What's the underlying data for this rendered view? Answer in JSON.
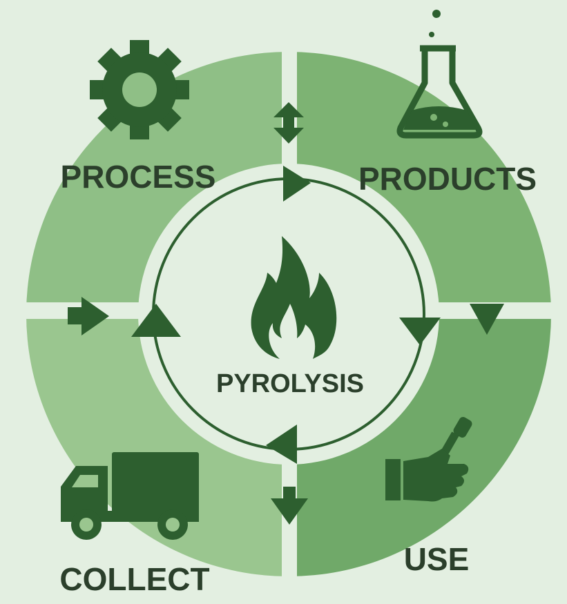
{
  "center": {
    "label": "PYROLYSIS",
    "icon": "flame-icon"
  },
  "stages": [
    {
      "label": "PROCESS",
      "icon": "gear-icon"
    },
    {
      "label": "PRODUCTS",
      "icon": "flask-icon"
    },
    {
      "label": "USE",
      "icon": "hand-key-icon"
    },
    {
      "label": "COLLECT",
      "icon": "truck-icon"
    }
  ],
  "colors": {
    "background": "#e3efe1",
    "dark_green": "#2d5f2f",
    "quadrant_top_left": "#8fbf86",
    "quadrant_top_right": "#7db373",
    "quadrant_bottom_right": "#70a969",
    "quadrant_bottom_left": "#9ac68f"
  }
}
